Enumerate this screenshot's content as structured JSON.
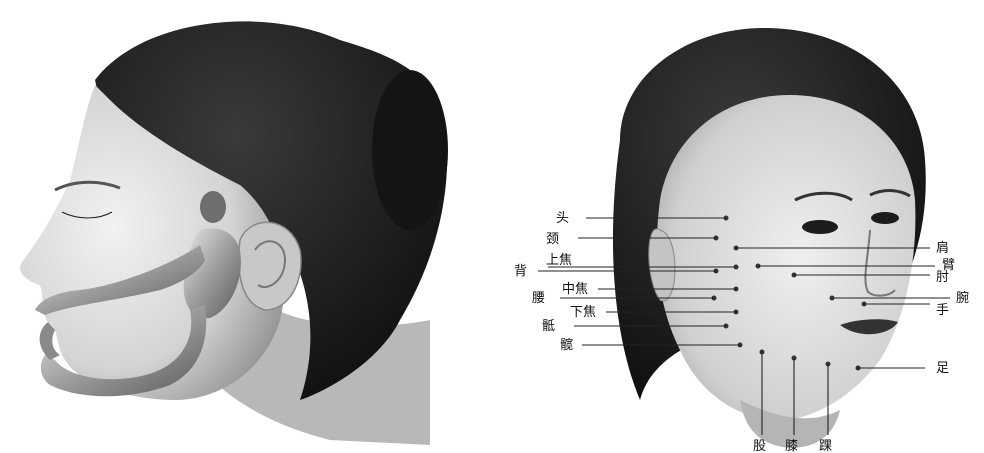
{
  "labels": {
    "head": "头",
    "neck": "颈",
    "back": "背",
    "upper_jiao": "上焦",
    "middle_jiao": "中焦",
    "waist": "腰",
    "lower_jiao": "下焦",
    "sacrum": "骶",
    "hip_bone": "髋",
    "shoulder": "肩",
    "arm": "臂",
    "elbow": "肘",
    "wrist": "腕",
    "hand": "手",
    "foot": "足",
    "thigh": "股",
    "knee": "膝",
    "ankle": "踝"
  }
}
